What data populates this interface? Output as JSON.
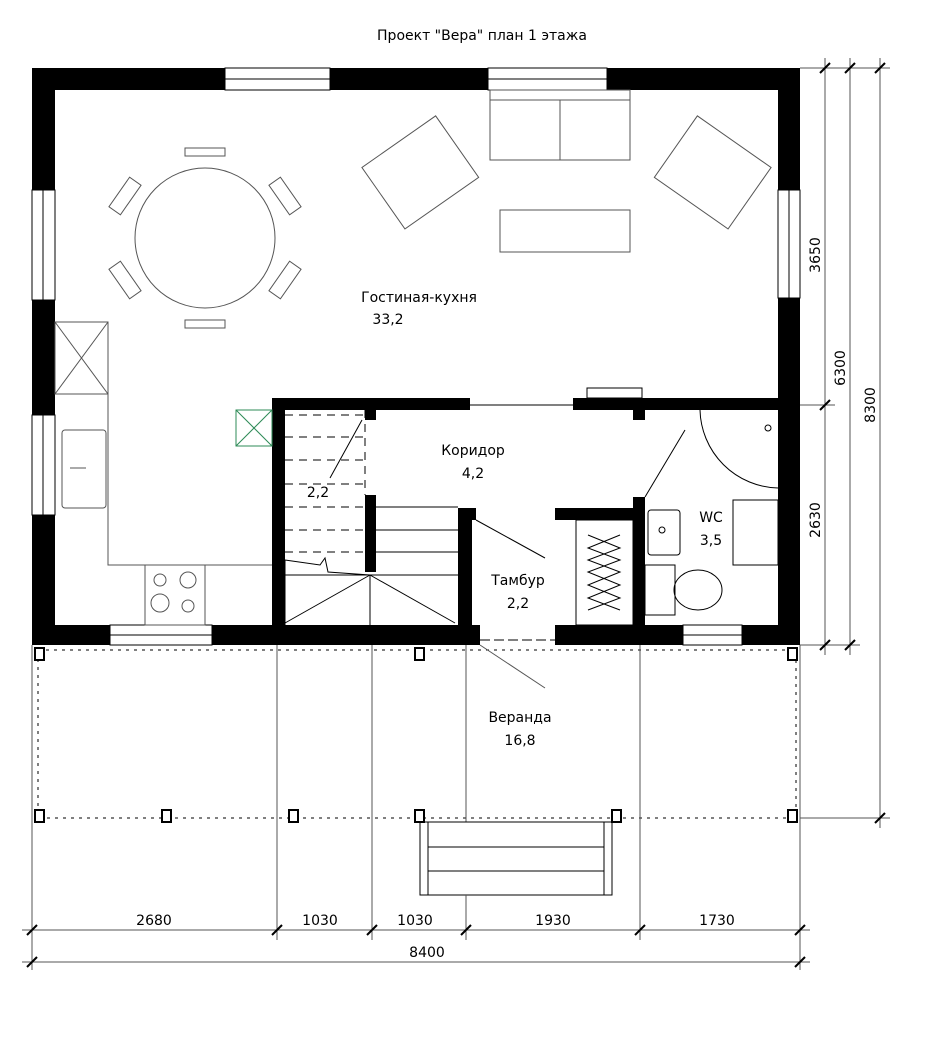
{
  "title": "Проект \"Вера\" план 1 этажа",
  "rooms": [
    {
      "name": "Гостиная-кухня",
      "area": "33,2"
    },
    {
      "name": "Коридор",
      "area": "4,2"
    },
    {
      "name": "",
      "area": "2,2"
    },
    {
      "name": "Тамбур",
      "area": "2,2"
    },
    {
      "name": "WC",
      "area": "3,5"
    },
    {
      "name": "Веранда",
      "area": "16,8"
    }
  ],
  "dimensions": {
    "bottom": [
      "2680",
      "1030",
      "1030",
      "1930",
      "1730"
    ],
    "bottom_total": "8400",
    "right": [
      "3650",
      "2630"
    ],
    "right_mid": "6300",
    "right_total": "8300"
  },
  "colors": {
    "wall": "#000000",
    "vent": "#2e8b57"
  }
}
